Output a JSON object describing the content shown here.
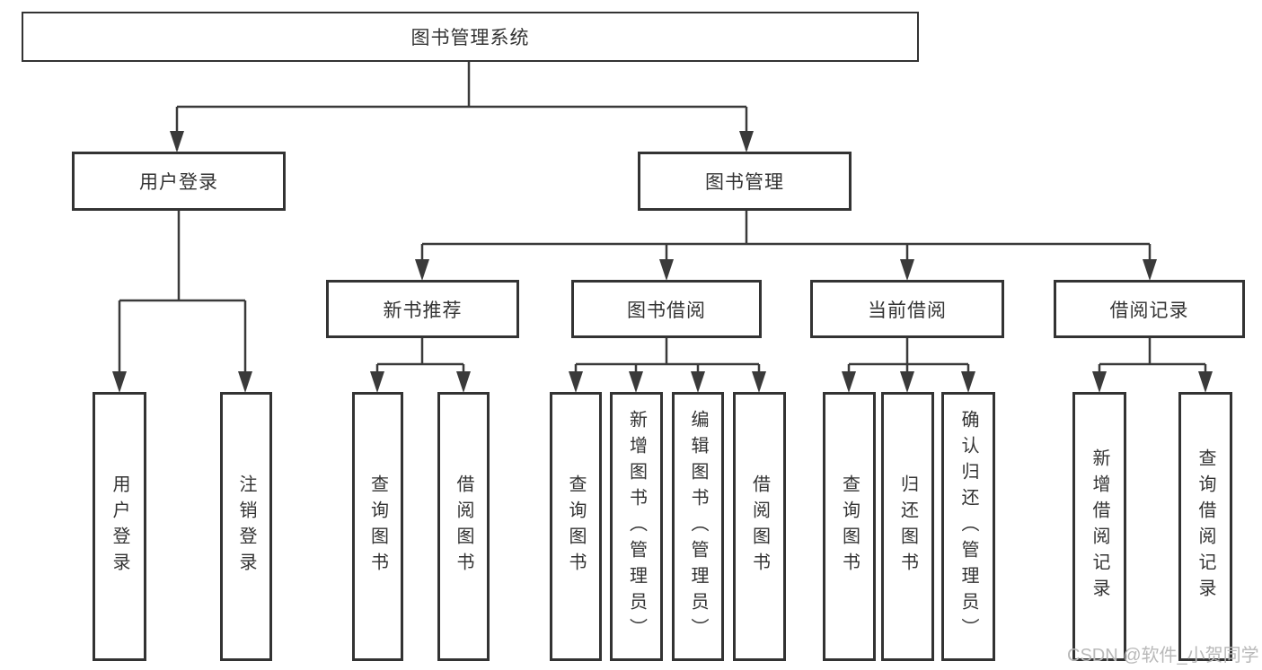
{
  "diagram": {
    "root": {
      "label": "图书管理系统"
    },
    "level2": [
      {
        "label": "用户登录"
      },
      {
        "label": "图书管理"
      }
    ],
    "level3": [
      {
        "label": "新书推荐"
      },
      {
        "label": "图书借阅"
      },
      {
        "label": "当前借阅"
      },
      {
        "label": "借阅记录"
      }
    ],
    "leaves": [
      {
        "label": "用户登录"
      },
      {
        "label": "注销登录"
      },
      {
        "label": "查询图书"
      },
      {
        "label": "借阅图书"
      },
      {
        "label": "查询图书"
      },
      {
        "label": "新增图书（管理员）"
      },
      {
        "label": "编辑图书（管理员）"
      },
      {
        "label": "借阅图书"
      },
      {
        "label": "查询图书"
      },
      {
        "label": "归还图书"
      },
      {
        "label": "确认归还（管理员）"
      },
      {
        "label": "新增借阅记录"
      },
      {
        "label": "查询借阅记录"
      }
    ]
  },
  "watermark": {
    "text": "CSDN @软件_小贺同学"
  },
  "colors": {
    "line": "#3a3a3a",
    "box_border": "#333333",
    "text": "#333333",
    "watermark": "#b9b9b9",
    "background": "#ffffff"
  }
}
